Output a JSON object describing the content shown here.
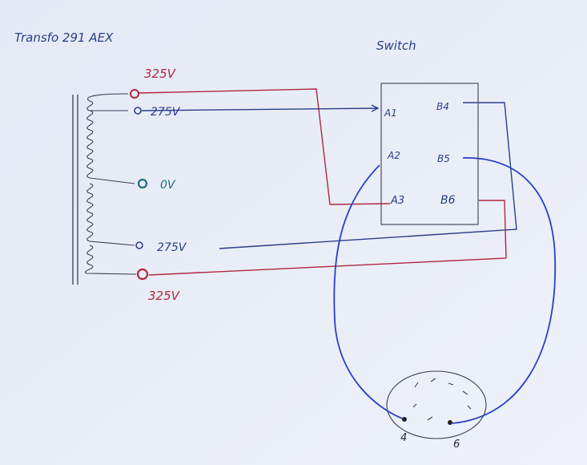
{
  "title": "Transfo 291 AEX",
  "switch_label": "Switch",
  "transformer_taps": [
    {
      "label": "325V",
      "color": "#b0283f"
    },
    {
      "label": "275V",
      "color": "#2c3e8a"
    },
    {
      "label": "0V",
      "color": "#1f6e7a"
    },
    {
      "label": "275V",
      "color": "#2c3e8a"
    },
    {
      "label": "325V",
      "color": "#b0283f"
    }
  ],
  "switch_terminals": {
    "a1": "A1",
    "a2": "A2",
    "a3": "A3",
    "b4": "B4",
    "b5": "B5",
    "b6": "B6"
  },
  "socket_pins": {
    "pin_4": "4",
    "pin_6": "6"
  },
  "colors": {
    "paper": "#e9edf6",
    "ink_blue": "#2c3e8a",
    "ink_red": "#b0283f",
    "ink_teal": "#1f6e7a",
    "pencil": "#3a3f55"
  }
}
